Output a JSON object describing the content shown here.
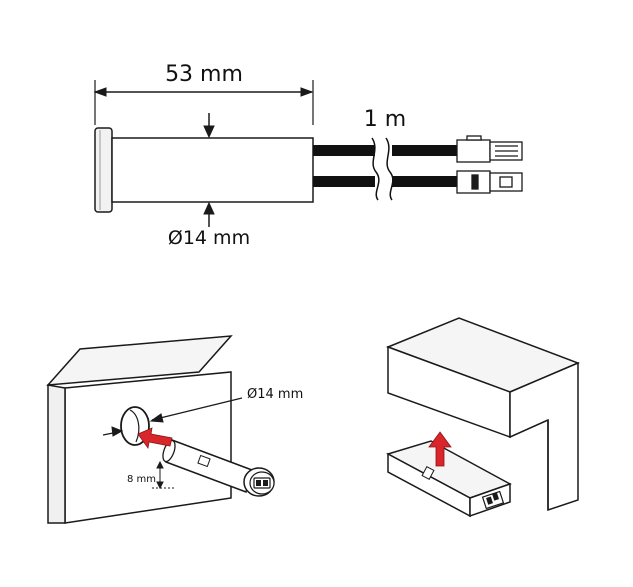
{
  "labels": {
    "length": "53 mm",
    "cable_length": "1 m",
    "diameter_top": "Ø14 mm",
    "diameter_install": "Ø14 mm",
    "depth_install": "8 mm"
  },
  "colors": {
    "line": "#1a1a1a",
    "fill_light": "#f2f2f2",
    "fill_mid": "#d9d9d9",
    "cable": "#111111",
    "arrow": "#d9262b"
  },
  "icons": {
    "insert_arrow": "arrow-icon",
    "lift_arrow": "arrow-icon"
  }
}
